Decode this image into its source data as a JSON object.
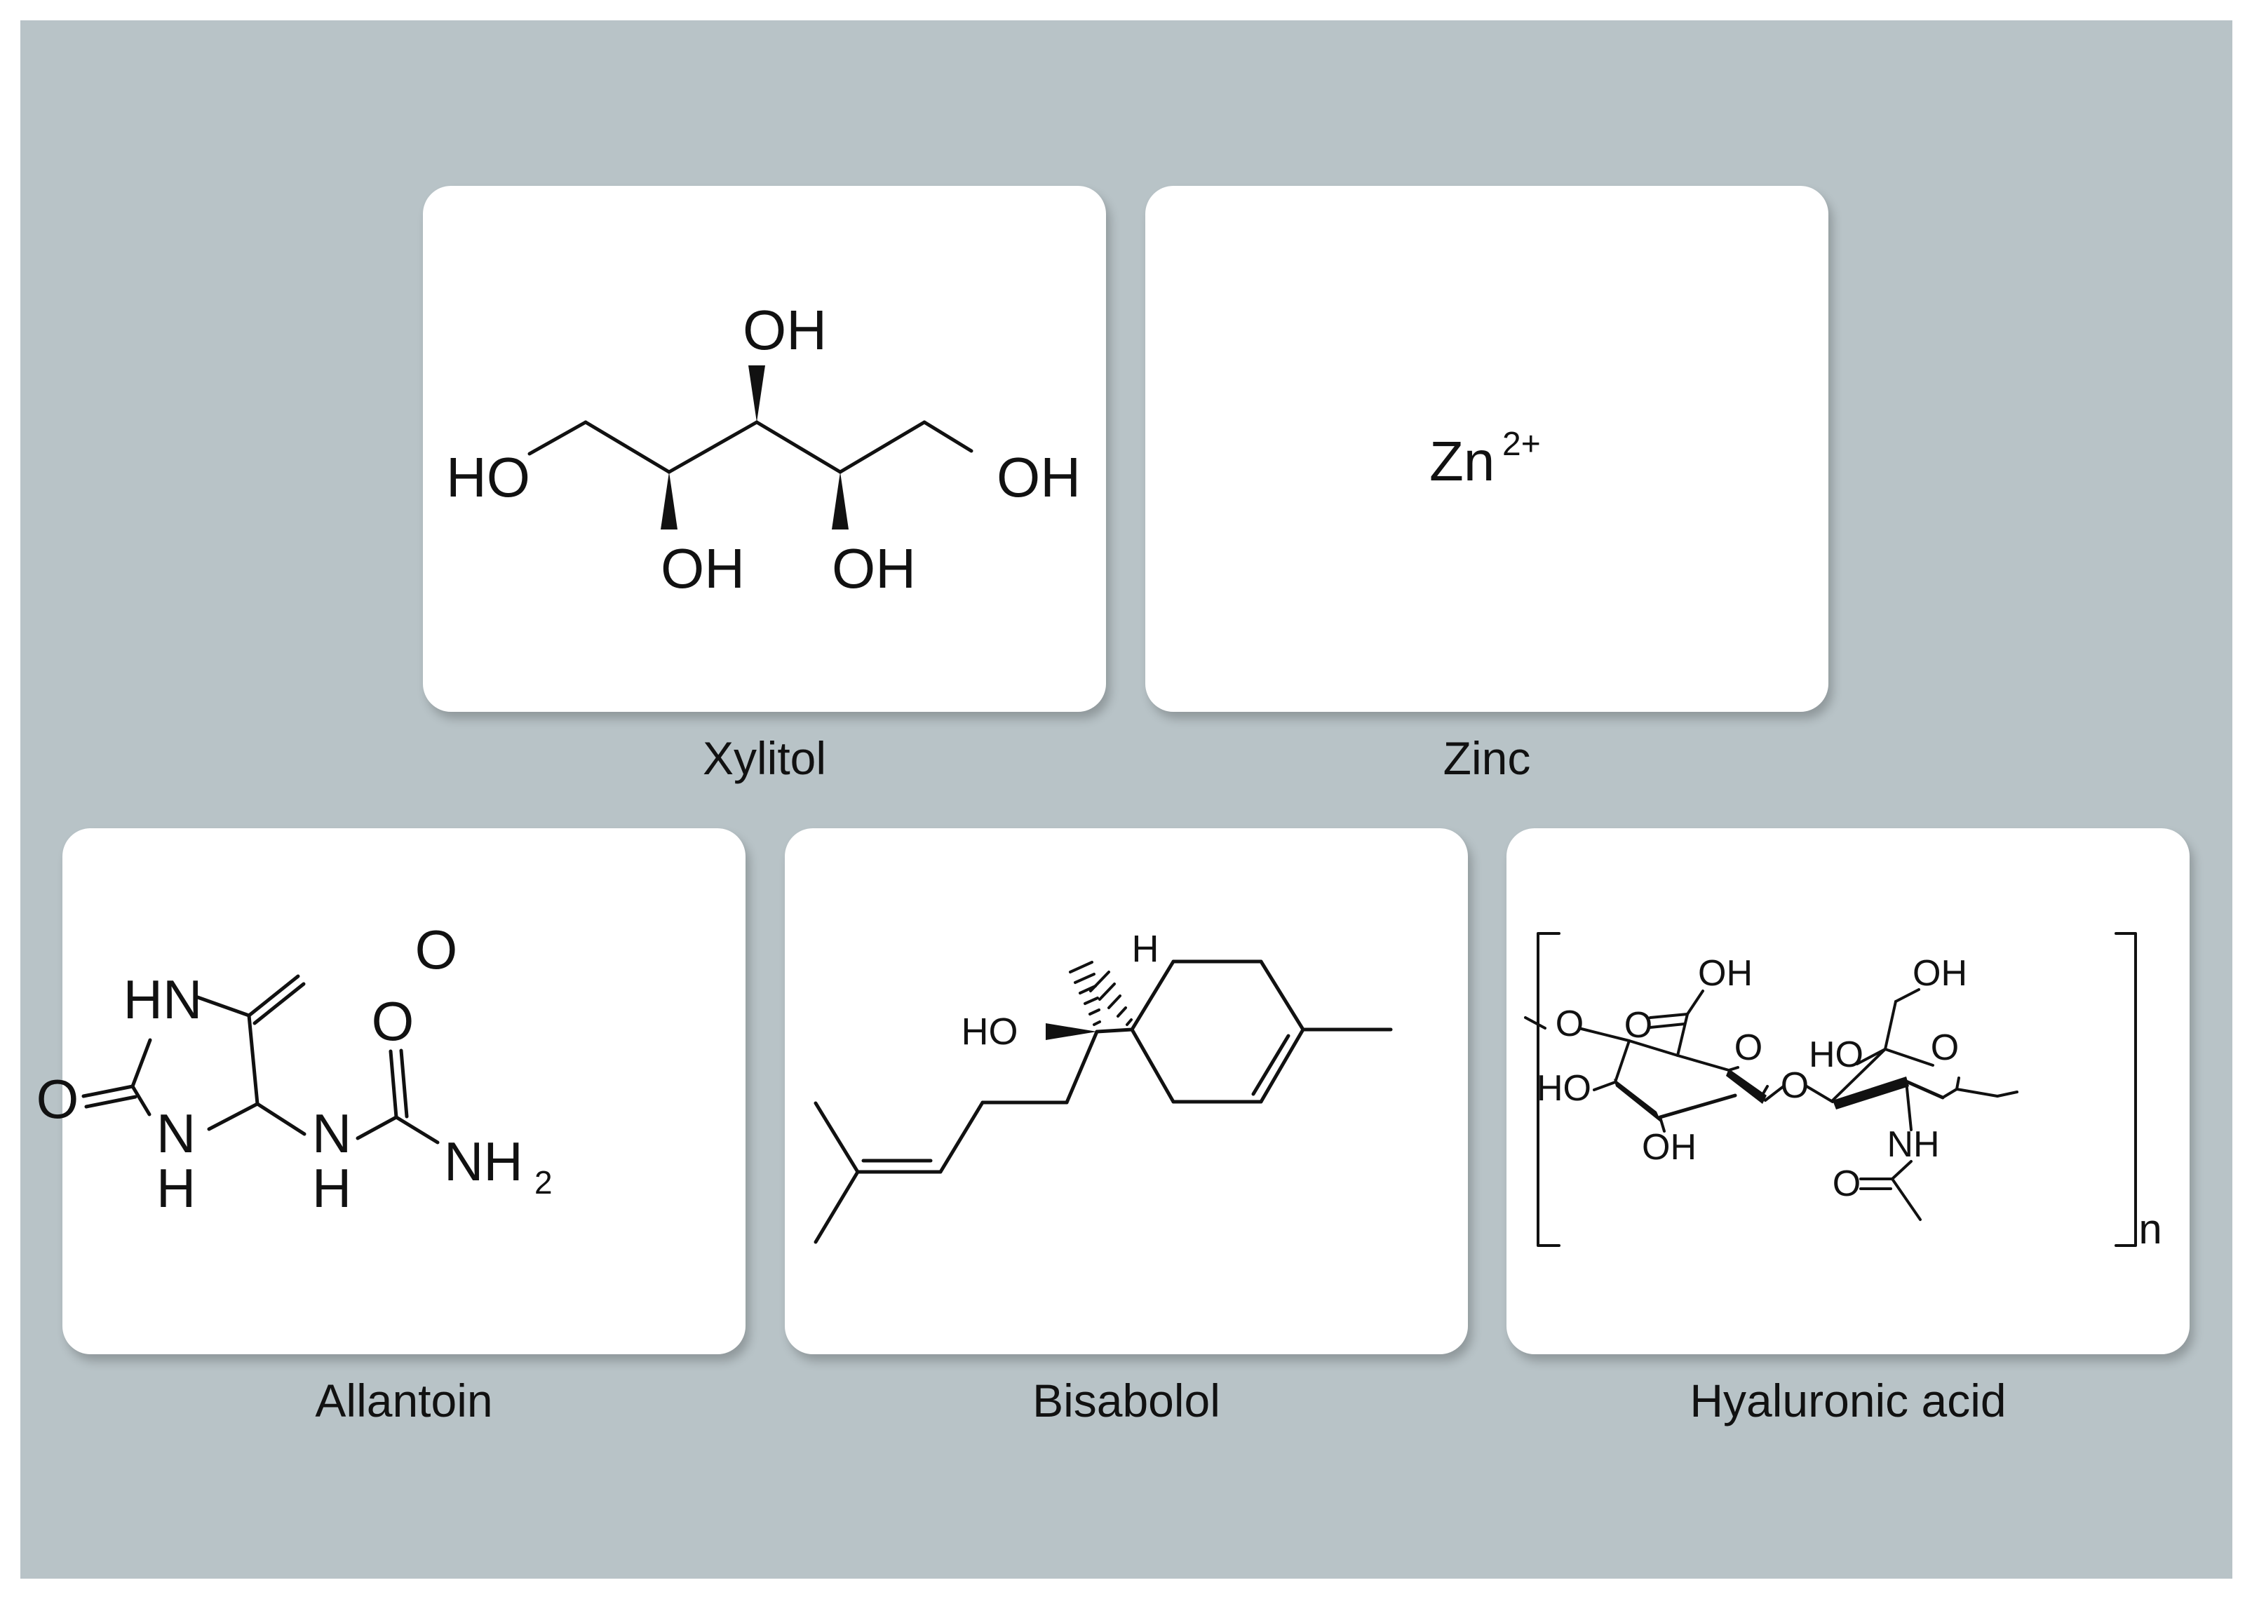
{
  "molecules": [
    {
      "name": "Xylitol",
      "labels": {
        "oh_top": "OH",
        "ho_left": "HO",
        "oh_right": "OH",
        "oh_bottom_1": "OH",
        "oh_bottom_2": "OH"
      }
    },
    {
      "name": "Zinc",
      "labels": {
        "symbol": "Zn",
        "charge": "2+"
      }
    },
    {
      "name": "Allantoin",
      "labels": {
        "hn": "HN",
        "o_top": "O",
        "o_left": "O",
        "n_ring": "N",
        "h_ring": "H",
        "n_chain": "N",
        "h_chain": "H",
        "o_urea": "O",
        "nh2": "NH",
        "sub2": "2"
      }
    },
    {
      "name": "Bisabolol",
      "labels": {
        "ho": "HO",
        "h": "H"
      }
    },
    {
      "name": "Hyaluronic acid",
      "labels": {
        "oh_cooh": "OH",
        "o_cooh": "O",
        "o_left": "O",
        "ho_1": "HO",
        "o_ring1": "O",
        "oh_ring1": "OH",
        "ho_2": "HO",
        "o_link": "O",
        "oh_ch2": "OH",
        "o_ring2": "O",
        "nh": "NH",
        "o_amide": "O",
        "n": "n"
      }
    }
  ],
  "colors": {
    "panel_background": "#b8c3c7",
    "card_background": "#ffffff",
    "ink": "#111111"
  }
}
